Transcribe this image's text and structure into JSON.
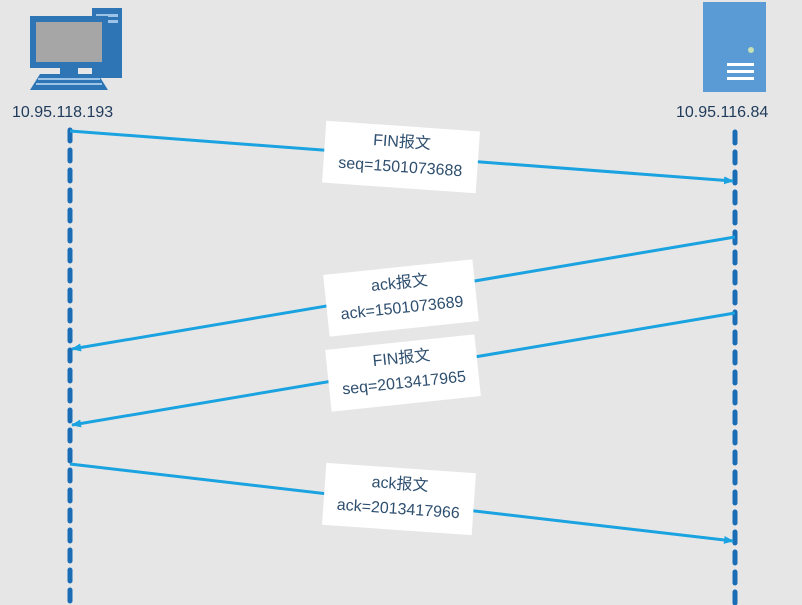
{
  "hosts": {
    "client": {
      "ip": "10.95.118.193",
      "icon": "desktop-computer-icon"
    },
    "server": {
      "ip": "10.95.116.84",
      "icon": "server-icon"
    }
  },
  "messages": [
    {
      "title": "FIN报文",
      "detail": "seq=1501073688",
      "direction": "client-to-server"
    },
    {
      "title": "ack报文",
      "detail": "ack=1501073689",
      "direction": "server-to-client"
    },
    {
      "title": "FIN报文",
      "detail": "seq=2013417965",
      "direction": "server-to-client"
    },
    {
      "title": "ack报文",
      "detail": "ack=2013417966",
      "direction": "client-to-server"
    }
  ],
  "colors": {
    "background": "#e6e6e6",
    "arrow": "#1aa3e0",
    "lifeline": "#1a6db5",
    "server_body": "#5b9bd5",
    "monitor_frame": "#2e75b6",
    "screen": "#a6a6a6"
  }
}
